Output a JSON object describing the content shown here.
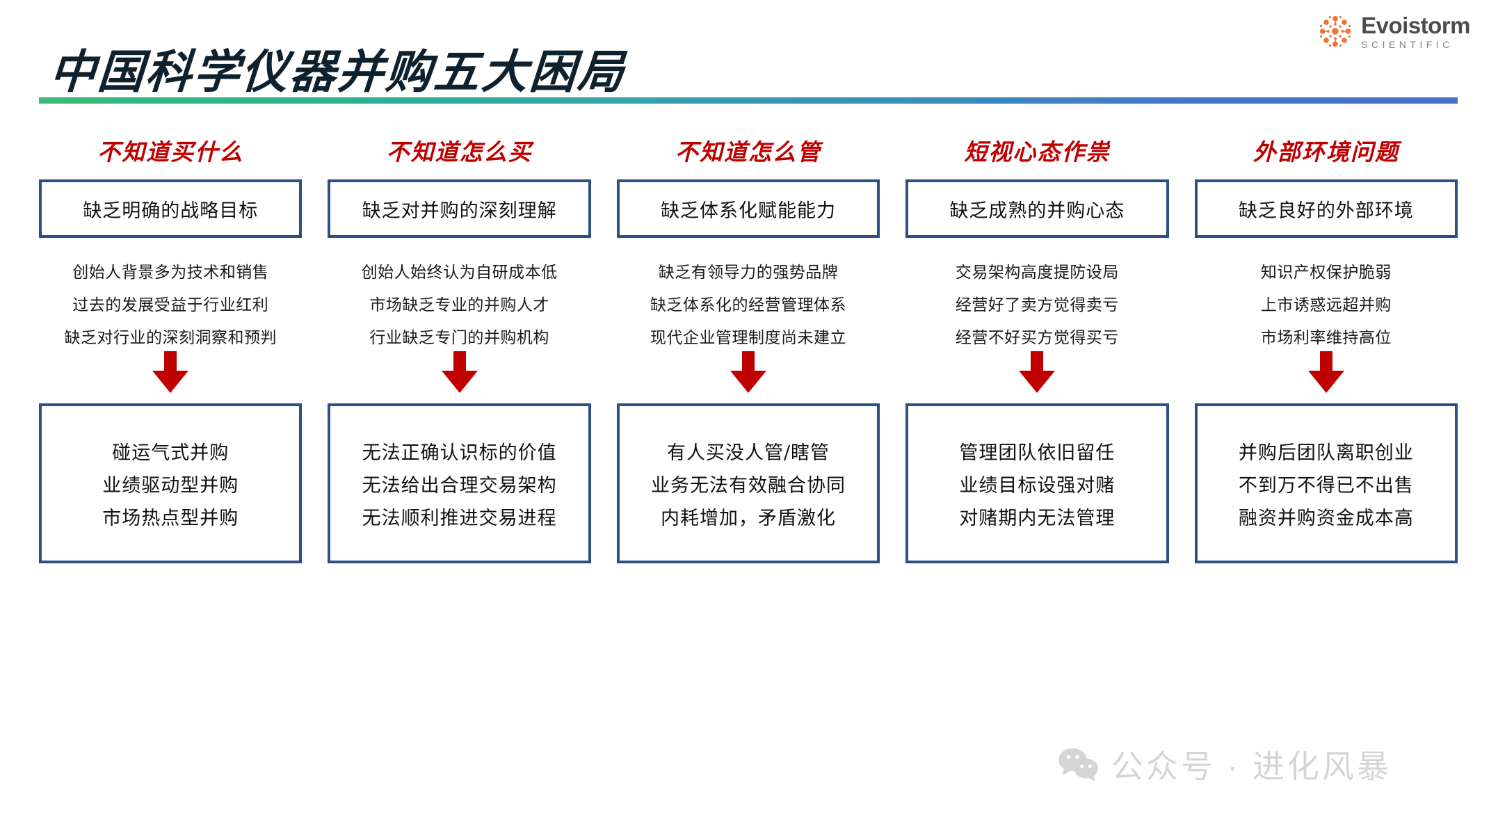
{
  "brand": {
    "name": "Evoistorm",
    "sub": "SCIENTIFIC",
    "mark_color": "#ED7438",
    "text_color": "#4d4d4f"
  },
  "title": "中国科学仪器并购五大困局",
  "accent": {
    "rule_start": "#3cb878",
    "rule_end": "#4472c4",
    "header_color": "#c00000",
    "box_border": "#2c4f86",
    "arrow_color": "#c00000"
  },
  "columns": [
    {
      "header": "不知道买什么",
      "top_box": "缺乏明确的战略目标",
      "bullets": [
        "创始人背景多为技术和销售",
        "过去的发展受益于行业红利",
        "缺乏对行业的深刻洞察和预判"
      ],
      "arrow": "down-arrow-icon",
      "bottom_box": [
        "碰运气式并购",
        "业绩驱动型并购",
        "市场热点型并购"
      ]
    },
    {
      "header": "不知道怎么买",
      "top_box": "缺乏对并购的深刻理解",
      "bullets": [
        "创始人始终认为自研成本低",
        "市场缺乏专业的并购人才",
        "行业缺乏专门的并购机构"
      ],
      "arrow": "down-arrow-icon",
      "bottom_box": [
        "无法正确认识标的价值",
        "无法给出合理交易架构",
        "无法顺利推进交易进程"
      ]
    },
    {
      "header": "不知道怎么管",
      "top_box": "缺乏体系化赋能能力",
      "bullets": [
        "缺乏有领导力的强势品牌",
        "缺乏体系化的经营管理体系",
        "现代企业管理制度尚未建立"
      ],
      "arrow": "down-arrow-icon",
      "bottom_box": [
        "有人买没人管/瞎管",
        "业务无法有效融合协同",
        "内耗增加，矛盾激化"
      ]
    },
    {
      "header": "短视心态作祟",
      "top_box": "缺乏成熟的并购心态",
      "bullets": [
        "交易架构高度提防设局",
        "经营好了卖方觉得卖亏",
        "经营不好买方觉得买亏"
      ],
      "arrow": "down-arrow-icon",
      "bottom_box": [
        "管理团队依旧留任",
        "业绩目标设强对赌",
        "对赌期内无法管理"
      ]
    },
    {
      "header": "外部环境问题",
      "top_box": "缺乏良好的外部环境",
      "bullets": [
        "知识产权保护脆弱",
        "上市诱惑远超并购",
        "市场利率维持高位"
      ],
      "arrow": "down-arrow-icon",
      "bottom_box": [
        "并购后团队离职创业",
        "不到万不得已不出售",
        "融资并购资金成本高"
      ]
    }
  ],
  "watermark": {
    "icon": "wechat-icon",
    "text": "公众号 · 进化风暴",
    "color": "#9d9d9d"
  }
}
